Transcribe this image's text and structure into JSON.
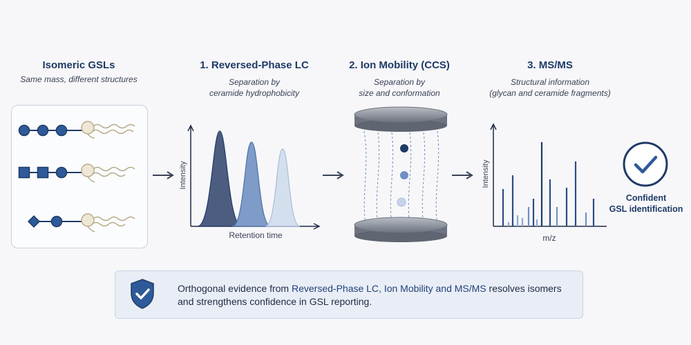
{
  "columns": {
    "gsl": {
      "title": "Isomeric GSLs",
      "subtitle": "Same mass, different structures"
    },
    "lc": {
      "title": "1. Reversed-Phase LC",
      "subtitle_1": "Separation by",
      "subtitle_2": "ceramide hydrophobicity",
      "ylabel": "Intensity",
      "xlabel": "Retention time"
    },
    "im": {
      "title": "2. Ion Mobility (CCS)",
      "subtitle_1": "Separation by",
      "subtitle_2": "size and conformation"
    },
    "ms": {
      "title": "3. MS/MS",
      "subtitle_1": "Structural information",
      "subtitle_2": "(glycan and ceramide fragments)",
      "ylabel": "Intensity",
      "xlabel": "m/z"
    }
  },
  "result": {
    "line_1": "Confident",
    "line_2": "GSL identification"
  },
  "banner": {
    "part_1": "Orthogonal evidence from ",
    "highlight": "Reversed-Phase LC, Ion Mobility and MS/MS",
    "part_2": " resolves isomers and strengthens confidence in GSL reporting."
  },
  "colors": {
    "dark": "#1f3a66",
    "mid": "#4b6fa8",
    "light": "#b9c9e0",
    "tan": "#b9ab8c"
  }
}
